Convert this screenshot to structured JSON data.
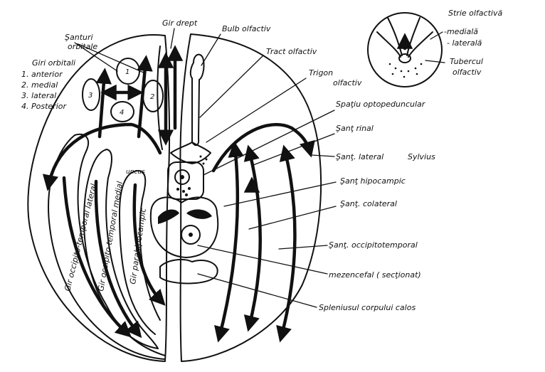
{
  "labels": {
    "santuri_orbitale": [
      "Şanturi",
      "orbitale"
    ],
    "giri_orbitali": {
      "title": "Giri orbitali",
      "items": [
        "1. anterior",
        "2. medial",
        "3. lateral",
        "4. Posterior"
      ]
    },
    "gir_drept": "Gir drept",
    "bulb_olfactiv": "Bulb olfactiv",
    "tract_olfactiv": "Tract olfactiv",
    "trigon_olfactiv": [
      "Trigon",
      "olfactiv"
    ],
    "strie_olfactiva": {
      "title": "Strie olfactivă",
      "mediala": "-medială",
      "laterala": "- laterală"
    },
    "tubercul_olfactiv": [
      "Tubercul",
      "olfactiv"
    ],
    "spatiu_optopeduncular": "Spaţiu optopeduncular",
    "sant_rinal": "Şanţ rinal",
    "sant_lateral": "Şanţ. lateral",
    "sylvius": "Sylvius",
    "sant_hipocampic": "Şanţ hipocampic",
    "sant_colateral": "Şanţ. colateral",
    "sant_occipitotemporal": "Şanţ. occipitotemporal",
    "mezencefal": "mezencefal ( secţionat)",
    "splenius": "Spleniusul corpului calos",
    "uncus": "uncus",
    "gir_ot_lateral": "Gir occipito-temporal lateral",
    "gir_ot_medial": "Gir occipito temporal medial",
    "gir_parahipocampic": "Gir parahipocampic",
    "numbers": [
      "1",
      "2",
      "3",
      "4"
    ]
  }
}
